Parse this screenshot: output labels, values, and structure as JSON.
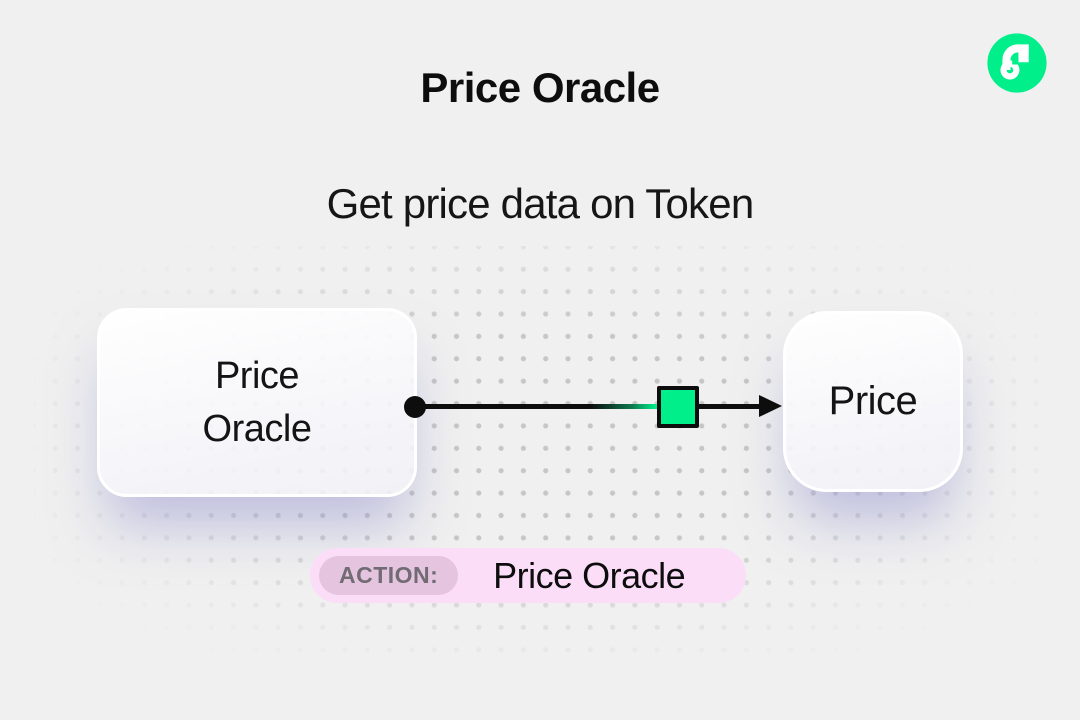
{
  "header": {
    "title": "Price Oracle",
    "subtitle": "Get price data on Token"
  },
  "logo": {
    "name": "flow-logo",
    "brand_color": "#00EF8B"
  },
  "diagram": {
    "source_node": {
      "label": "Price Oracle"
    },
    "target_node": {
      "label": "Price"
    },
    "connector": {
      "line_color": "#0d0d0d",
      "marker_shape": "green-square",
      "marker_color": "#00EF8B"
    }
  },
  "action_bar": {
    "badge_label": "ACTION:",
    "action_name": "Price Oracle",
    "background": "#fbddf8",
    "badge_background": "#e5c4e0"
  },
  "background": {
    "color": "#f0f0f0",
    "dot_color": "#c6c6c6"
  }
}
